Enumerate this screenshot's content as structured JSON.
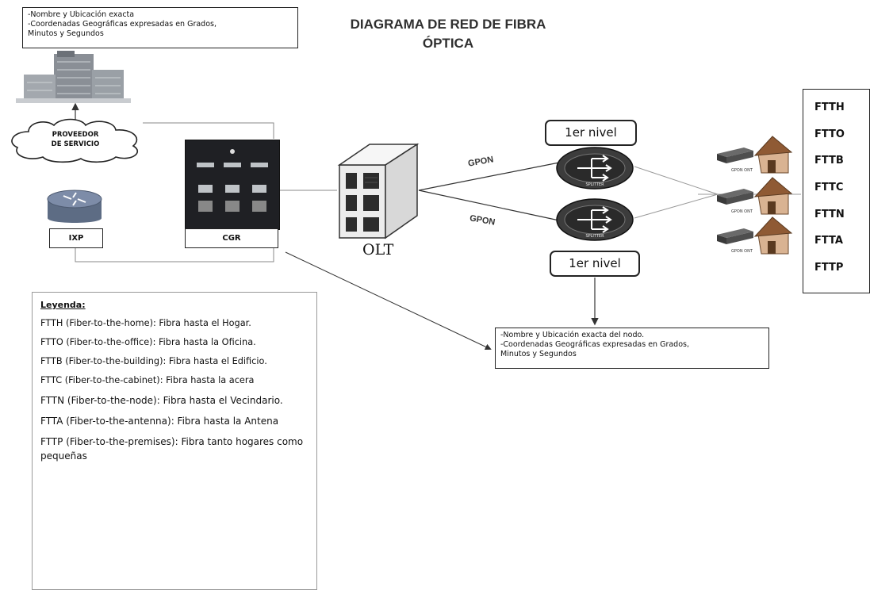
{
  "title": {
    "line1": "DIAGRAMA DE RED DE FIBRA",
    "line2": "ÓPTICA"
  },
  "top_note": {
    "line1": "-Nombre y Ubicación exacta",
    "line2": "-Coordenadas Geográficas expresadas en Grados,",
    "line3": "Minutos y Segundos"
  },
  "provider_cloud": {
    "line1": "PROVEEDOR",
    "line2": "DE SERVICIO"
  },
  "ixp_label": "IXP",
  "cgr_label": "CGR",
  "olt_label": "OLT",
  "gpon_top": "GPON",
  "gpon_bottom": "GPON",
  "nivel_top": "1er nivel",
  "nivel_bottom": "1er nivel",
  "splitter_label": "SPLITTER",
  "ont_labels": [
    "GPON ONT",
    "GPON ONT",
    "GPON ONT"
  ],
  "ftt_list": [
    "FTTH",
    "FTTO",
    "FTTB",
    "FTTC",
    "FTTN",
    "FTTA",
    "FTTP"
  ],
  "node_note": {
    "line1": "-Nombre y Ubicación exacta del nodo.",
    "line2": "-Coordenadas Geográficas expresadas en Grados,",
    "line3": "Minutos y Segundos"
  },
  "legend": {
    "title": "Leyenda:",
    "entries": [
      "FTTH (Fiber-to-the-home): Fibra hasta el Hogar.",
      "FTTO (Fiber-to-the-office): Fibra hasta la Oficina.",
      "FTTB (Fiber-to-the-building): Fibra hasta el Edificio.",
      "FTTC (Fiber-to-the-cabinet): Fibra hasta la acera",
      "FTTN (Fiber-to-the-node): Fibra hasta el Vecindario.",
      "FTTA (Fiber-to-the-antenna): Fibra hasta la Antena",
      "FTTP (Fiber-to-the-premises): Fibra tanto hogares como pequeñas"
    ]
  }
}
